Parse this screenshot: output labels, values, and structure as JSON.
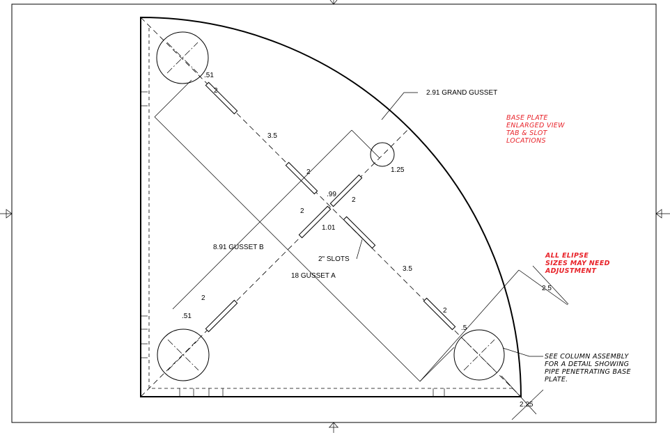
{
  "dimensions": {
    "grand_gusset": "2.91 GRAND GUSSET",
    "gusset_b": "8.91 GUSSET B",
    "gusset_a": "18 GUSSET A",
    "slots": "2\" SLOTS",
    "d_51_top": ".51",
    "d_2_top": "2",
    "d_35_top": "3.5",
    "d_2_mid": "2",
    "d_99": ".99",
    "d_2_right": "2",
    "d_2_left": "2",
    "d_101": "1.01",
    "d_125": "1.25",
    "d_35_bottom": "3.5",
    "d_2_lower": "2",
    "d_5": ".5",
    "d_2_bottomleft": "2",
    "d_51_bottom": ".51",
    "d_25": "2.5",
    "d_225": "2.25"
  },
  "notes": {
    "enlarged": [
      "BASE PLATE",
      "ENLARGED VIEW",
      "TAB & SLOT",
      "LOCATIONS"
    ],
    "ellipse": [
      "ALL ELIPSE",
      "SIZES MAY NEED",
      "ADJUSTMENT"
    ],
    "column": [
      "SEE COLUMN ASSEMBLY",
      "FOR A DETAIL SHOWING",
      "PIPE PENETRATING BASE",
      "PLATE."
    ]
  },
  "colors": {
    "line": "#000000",
    "note_red": "#e8232a",
    "background": "#ffffff"
  }
}
